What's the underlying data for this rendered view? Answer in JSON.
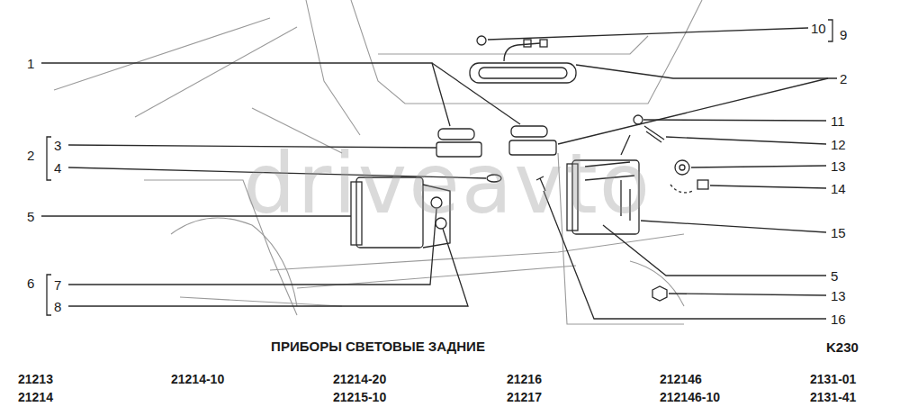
{
  "diagram": {
    "title": "ПРИБОРЫ СВЕТОВЫЕ ЗАДНИЕ",
    "labels": [
      "1",
      "2",
      "3",
      "4",
      "5",
      "6",
      "7",
      "8",
      "10",
      "9",
      "2",
      "11",
      "12",
      "13",
      "14",
      "15",
      "5",
      "13",
      "16",
      "K230",
      "21213",
      "21214",
      "21214-10",
      "21214-20",
      "21215-10",
      "21216",
      "21217",
      "212146",
      "212146-10",
      "2131-01",
      "2131-41",
      "driveavto"
    ]
  }
}
